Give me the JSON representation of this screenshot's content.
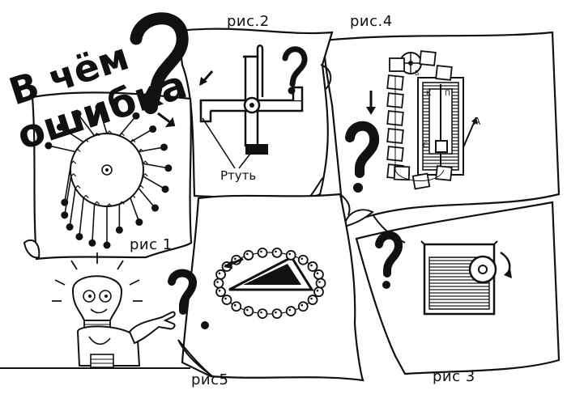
{
  "title": {
    "line1": "В чём",
    "line2": "ошибка"
  },
  "figures": {
    "fig1": "рис 1",
    "fig2": "рис.2",
    "fig3": "рис 3",
    "fig4": "рис.4",
    "fig5": "рис5"
  },
  "fig2_annotation": "Ртуть",
  "fig4_letters": {
    "b": "Б",
    "k": "К",
    "p": "П",
    "a_big": "А",
    "c": "С",
    "a_small": "а"
  },
  "colors": {
    "ink": "#111111",
    "paper": "#ffffff",
    "water": "#3a3a3a"
  },
  "icons": [
    "question-mark-icon",
    "arrow-icon",
    "lightbulb-character"
  ]
}
